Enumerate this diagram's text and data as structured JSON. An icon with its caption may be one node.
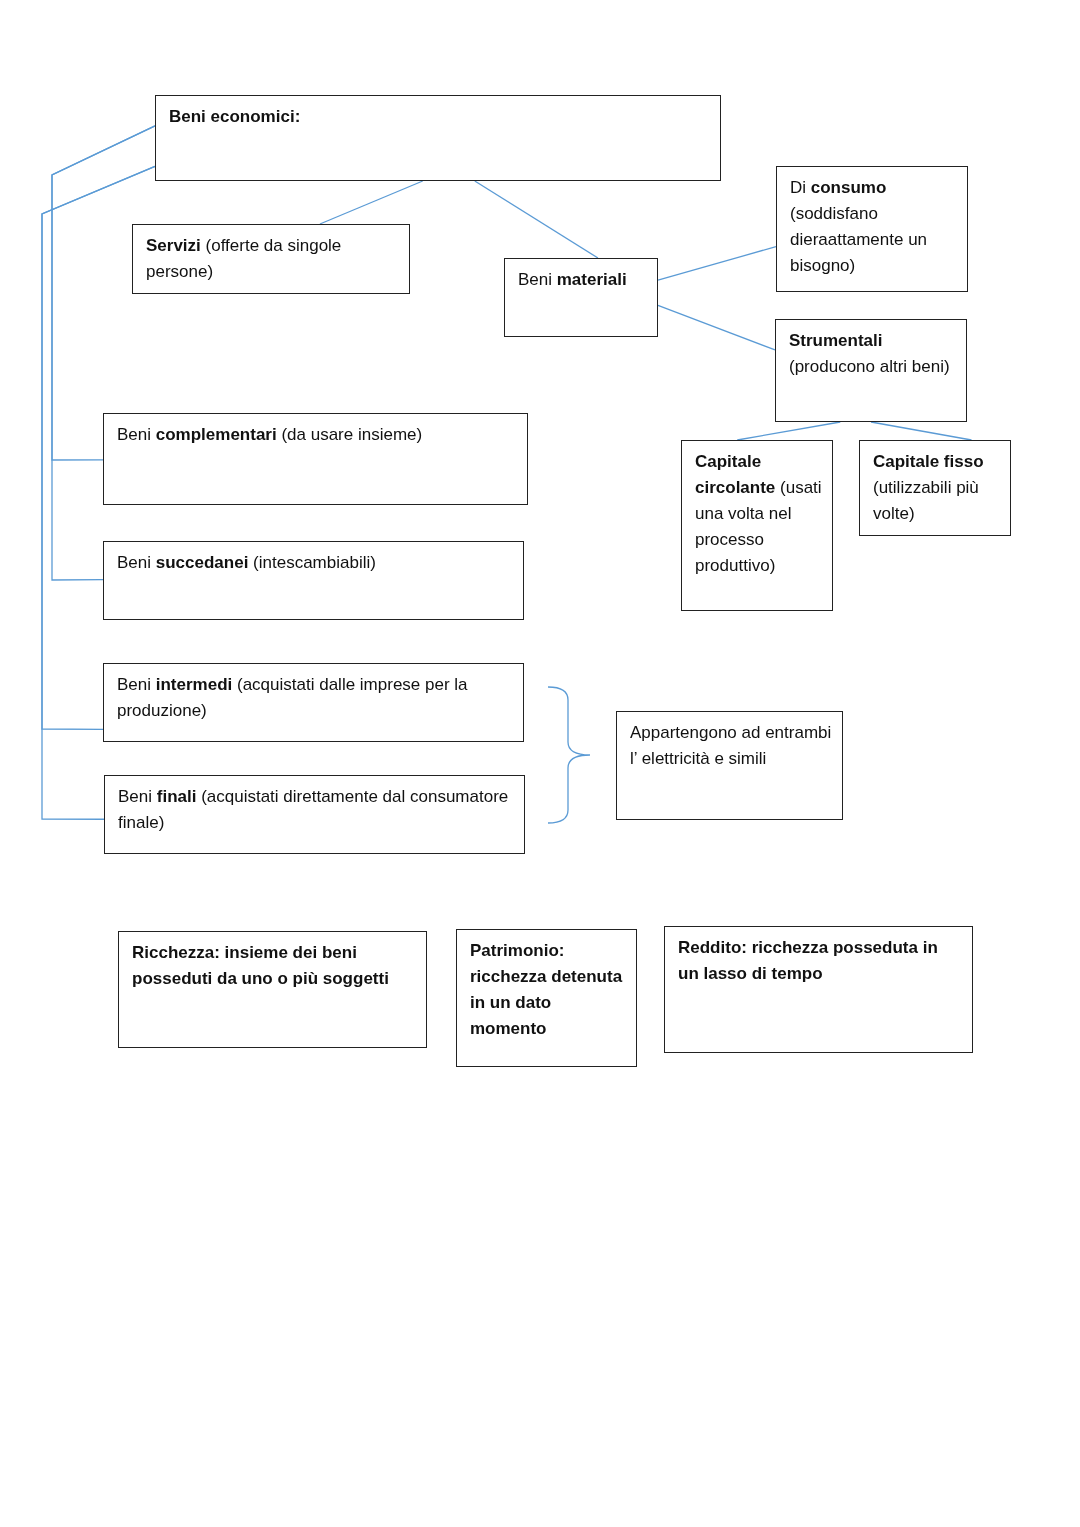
{
  "diagram": {
    "nodes": [
      {
        "text": [
          "Beni economici:"
        ]
      },
      {
        "text": [
          "**Servizi** (offerte da singole persone)"
        ]
      },
      {
        "text": [
          "Beni **materiali**"
        ]
      },
      {
        "text": [
          "Di **consumo** (soddisfano dieraattamente un bisogno)"
        ]
      },
      {
        "text": [
          "**Strumentali** (producono altri beni)"
        ]
      },
      {
        "text": [
          "**Capitale circolante** (usati una volta nel processo produttivo)"
        ]
      },
      {
        "text": [
          "**Capitale fisso** (utilizzabili più volte)"
        ]
      },
      {
        "text": [
          "Beni **complementari** (da usare insieme)"
        ]
      },
      {
        "text": [
          "Beni **succedanei** (intescambiabili)"
        ]
      },
      {
        "text": [
          "Beni **intermedi** (acquistati dalle imprese per la produzione)"
        ]
      },
      {
        "text": [
          "Beni **finali** (acquistati direttamente dal consumatore finale)"
        ]
      },
      {
        "text": [
          "Appartengono ad entrambi l’ elettricità e simili"
        ]
      },
      {
        "text": [
          "Ricchezza: insieme dei beni posseduti da uno o più soggetti"
        ]
      },
      {
        "text": [
          "Patrimonio: ricchezza detenuta in un dato momento"
        ]
      },
      {
        "text": [
          "Reddito: ricchezza posseduta in un lasso di tempo"
        ]
      }
    ],
    "edges": [
      {
        "from": 0,
        "to": 1,
        "arrow": "none"
      },
      {
        "from": 0,
        "to": 2,
        "arrow": "none"
      },
      {
        "from": 2,
        "to": 3,
        "arrow": "none"
      },
      {
        "from": 2,
        "to": 4,
        "arrow": "none"
      },
      {
        "from": 4,
        "to": 5,
        "arrow": "none"
      },
      {
        "from": 4,
        "to": 6,
        "arrow": "none"
      },
      {
        "from": 0,
        "to": 7,
        "arrow": "none"
      },
      {
        "from": 0,
        "to": 8,
        "arrow": "none"
      },
      {
        "from": 0,
        "to": 9,
        "arrow": "none"
      },
      {
        "from": 0,
        "to": 10,
        "arrow": "none"
      }
    ]
  }
}
